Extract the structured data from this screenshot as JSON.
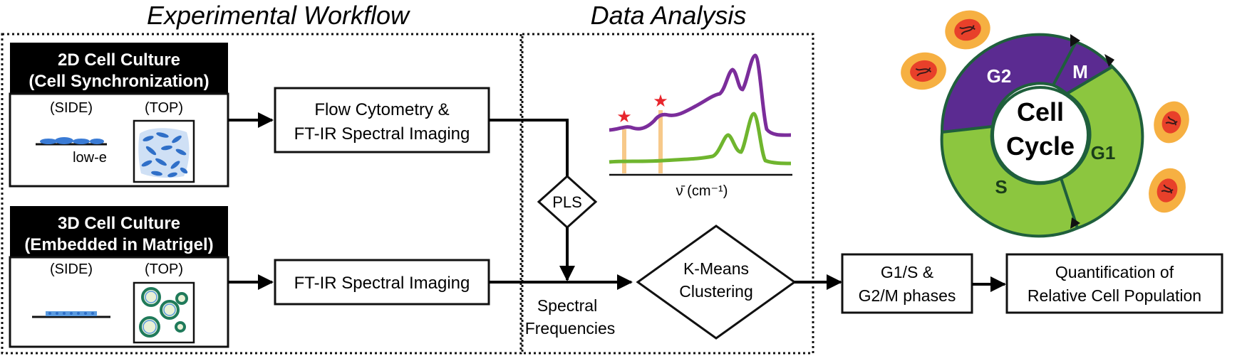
{
  "sections": {
    "workflow_title": "Experimental Workflow",
    "analysis_title": "Data Analysis"
  },
  "culture_2d": {
    "title_line1": "2D Cell Culture",
    "title_line2": "(Cell Synchronization)",
    "side_label": "(SIDE)",
    "top_label": "(TOP)",
    "substrate_label": "low-e"
  },
  "culture_3d": {
    "title_line1": "3D Cell Culture",
    "title_line2": "(Embedded in Matrigel)",
    "side_label": "(SIDE)",
    "top_label": "(TOP)"
  },
  "steps": {
    "flow_line1": "Flow Cytometry &",
    "flow_line2": "FT-IR Spectral Imaging",
    "ftir": "FT-IR Spectral Imaging",
    "pls": "PLS",
    "spectral_line1": "Spectral",
    "spectral_line2": "Frequencies",
    "kmeans_line1": "K-Means",
    "kmeans_line2": "Clustering",
    "phases_line1": "G1/S &",
    "phases_line2": "G2/M phases",
    "quant_line1": "Quantification of",
    "quant_line2": "Relative Cell Population"
  },
  "spectrum": {
    "axis_label": "ν̄ (cm⁻¹)",
    "colors": {
      "purple": "#7b2d9b",
      "green": "#6fb52e",
      "marker": "#f7c98a",
      "star": "#e8262d"
    }
  },
  "cell_cycle": {
    "center_line1": "Cell",
    "center_line2": "Cycle",
    "phases": [
      "G2",
      "M",
      "G1",
      "S"
    ],
    "colors": {
      "g2": "#5b2b91",
      "m": "#5b2b91",
      "g1": "#8cc63f",
      "s": "#8cc63f",
      "outline": "#1f5f3c",
      "cell_outer": "#f6b042",
      "cell_inner": "#e8402a"
    }
  }
}
